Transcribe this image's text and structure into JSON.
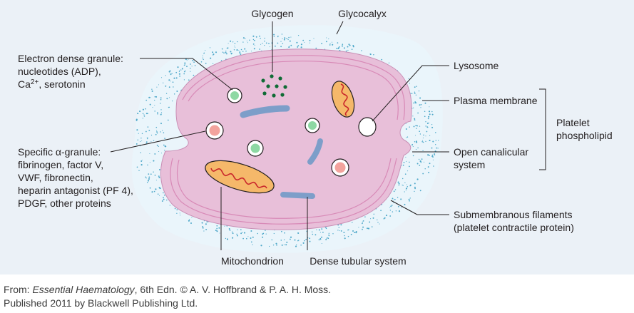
{
  "colors": {
    "panel": "#ebf1f7",
    "glycocalyx": "#eaf5fb",
    "speckle": "#4fa8c9",
    "cytoplasm": "#e8bfd9",
    "filaments": "#d88ab7",
    "mito_fill": "#f5b86a",
    "mito_cristae": "#c9262b",
    "tubular": "#7d9ec9",
    "dense_granule": "#8dd8a3",
    "alpha_granule": "#f3a39d",
    "glycogen": "#0f6b35",
    "line": "#231f20"
  },
  "labels": {
    "glycogen": "Glycogen",
    "glycocalyx": "Glycocalyx",
    "dense_granule": [
      "Electron dense granule:",
      "nucleotides (ADP),",
      "Ca",
      "2+",
      ", serotonin"
    ],
    "alpha_granule": [
      "Specific α-granule:",
      "fibrinogen, factor V,",
      "VWF, fibronectin,",
      "heparin antagonist (PF 4),",
      "PDGF, other proteins"
    ],
    "lysosome": "Lysosome",
    "plasma_membrane": "Plasma membrane",
    "platelet_phospholipid": [
      "Platelet",
      "phospholipid"
    ],
    "open_canalicular": [
      "Open canalicular",
      "system"
    ],
    "submembranous": [
      "Submembranous filaments",
      "(platelet contractile protein)"
    ],
    "mitochondrion": "Mitochondrion",
    "dense_tubular": "Dense tubular system"
  },
  "caption": {
    "line1_prefix": "From: ",
    "line1_title": "Essential Haematology",
    "line1_suffix": ", 6th Edn. © A. V. Hoffbrand & P. A. H. Moss.",
    "line2": "Published 2011 by Blackwell Publishing Ltd."
  }
}
